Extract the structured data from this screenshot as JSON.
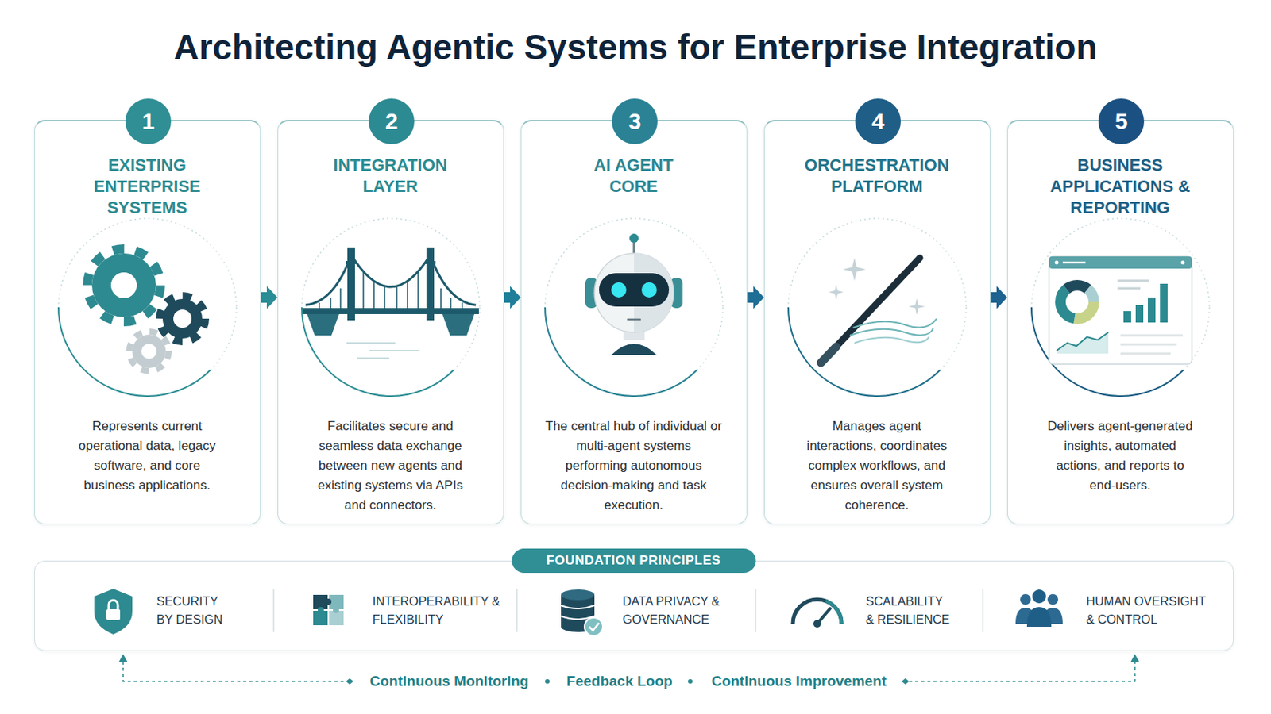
{
  "diagram": {
    "title": "Architecting Agentic Systems for Enterprise Integration",
    "nodes": [
      {
        "text": [
          "EXISTING ENTERPRISE SYSTEMS",
          "Represents current operational data, legacy software, and core business applications."
        ]
      },
      {
        "text": [
          "1"
        ],
        "in": 0
      },
      {
        "text": [
          "INTEGRATION LAYER",
          "Facilitates secure and seamless data exchange between new agents and existing systems via APIs and connectors."
        ]
      },
      {
        "text": [
          "2"
        ],
        "in": 2
      },
      {
        "text": [
          "AI AGENT CORE",
          "The central hub of individual or multi-agent systems performing autonomous decision-making and task execution."
        ]
      },
      {
        "text": [
          "3"
        ],
        "in": 4
      },
      {
        "text": [
          "ORCHESTRATION PLATFORM",
          "Manages agent interactions, coordinates complex workflows, and ensures overall system coherence."
        ]
      },
      {
        "text": [
          "4"
        ],
        "in": 6
      },
      {
        "text": [
          "BUSINESS APPLICATIONS & REPORTING",
          "Delivers agent-generated insights, automated actions, and reports to end-users."
        ]
      },
      {
        "text": [
          "5"
        ],
        "in": 8
      },
      {
        "text": [
          "FOUNDATION PRINCIPLES"
        ]
      }
    ],
    "edges": [
      {
        "from": 0,
        "to": 2,
        "arrow": "to"
      },
      {
        "from": 2,
        "to": 4,
        "arrow": "to"
      },
      {
        "from": 4,
        "to": 6,
        "arrow": "to"
      },
      {
        "from": 6,
        "to": 8,
        "arrow": "to"
      }
    ],
    "labels": [
      "SECURITY BY DESIGN",
      "INTEROPERABILITY & FLEXIBILITY",
      "DATA PRIVACY & GOVERNANCE",
      "SCALABILITY & RESILIENCE",
      "HUMAN OVERSIGHT & CONTROL",
      "Continuous Monitoring",
      "Feedback Loop",
      "Continuous Improvement"
    ]
  }
}
